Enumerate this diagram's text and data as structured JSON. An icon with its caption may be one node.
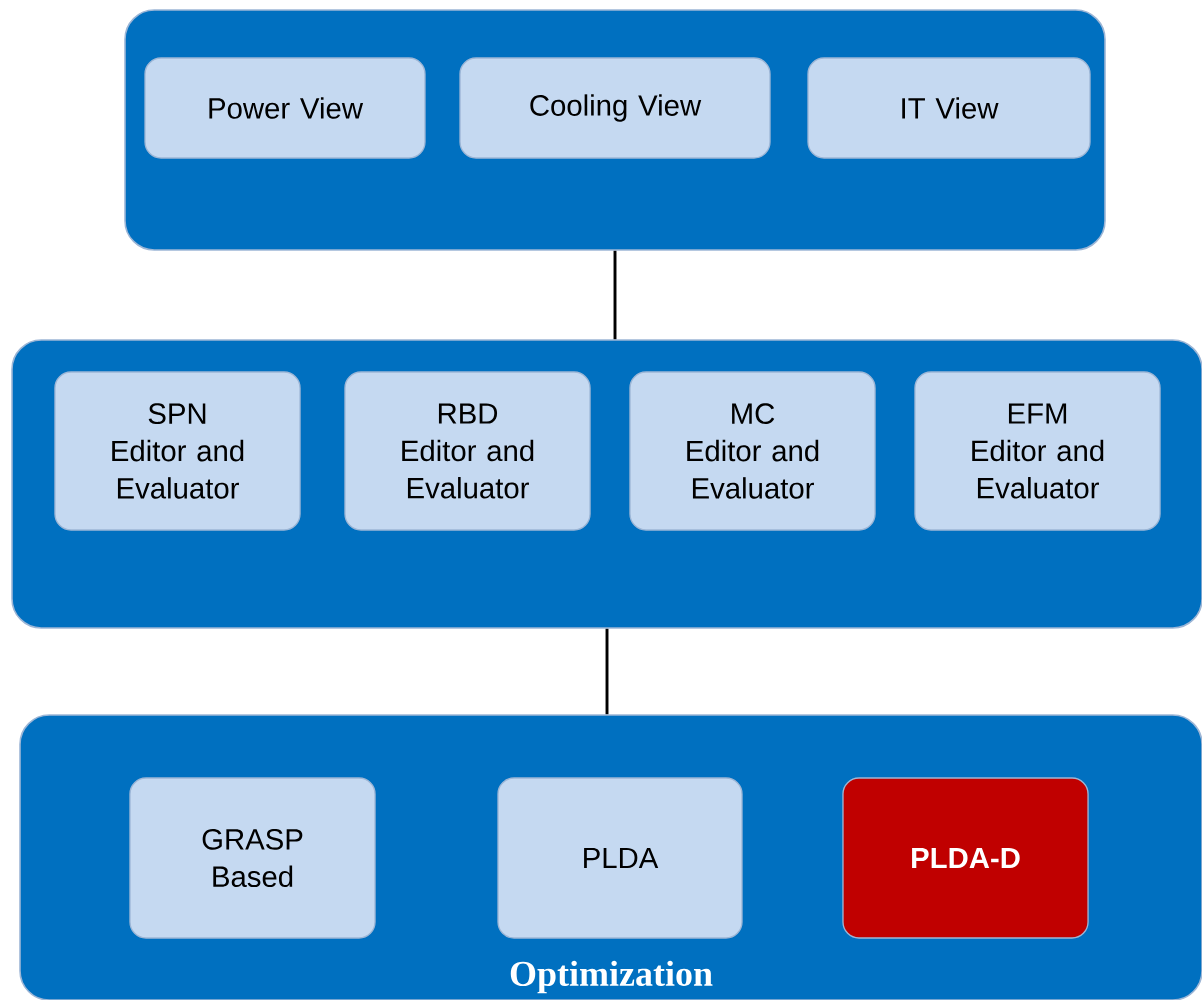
{
  "diagram": {
    "nodes": [
      {
        "text": [],
        "shape": "box"
      },
      {
        "text": [
          "Power View"
        ],
        "in": 0
      },
      {
        "text": [
          "Cooling View"
        ],
        "in": 0
      },
      {
        "text": [
          "IT View"
        ],
        "in": 0
      },
      {
        "text": [],
        "shape": "box"
      },
      {
        "text": [
          "SPN",
          "Editor and Evaluator"
        ],
        "in": 4
      },
      {
        "text": [
          "RBD",
          "Editor and Evaluator"
        ],
        "in": 4
      },
      {
        "text": [
          "MC",
          "Editor and Evaluator"
        ],
        "in": 4
      },
      {
        "text": [
          "EFM",
          "Editor and Evaluator"
        ],
        "in": 4
      },
      {
        "text": [
          "Optimization"
        ]
      },
      {
        "text": [
          "GRASP Based"
        ],
        "in": 9
      },
      {
        "text": [
          "PLDA"
        ],
        "in": 9
      },
      {
        "text": [
          "PLDA-D"
        ],
        "in": 9
      }
    ],
    "edges": [
      {
        "from": 0,
        "to": 4,
        "arrow": "none"
      },
      {
        "from": 4,
        "to": 9,
        "arrow": "none"
      }
    ]
  }
}
